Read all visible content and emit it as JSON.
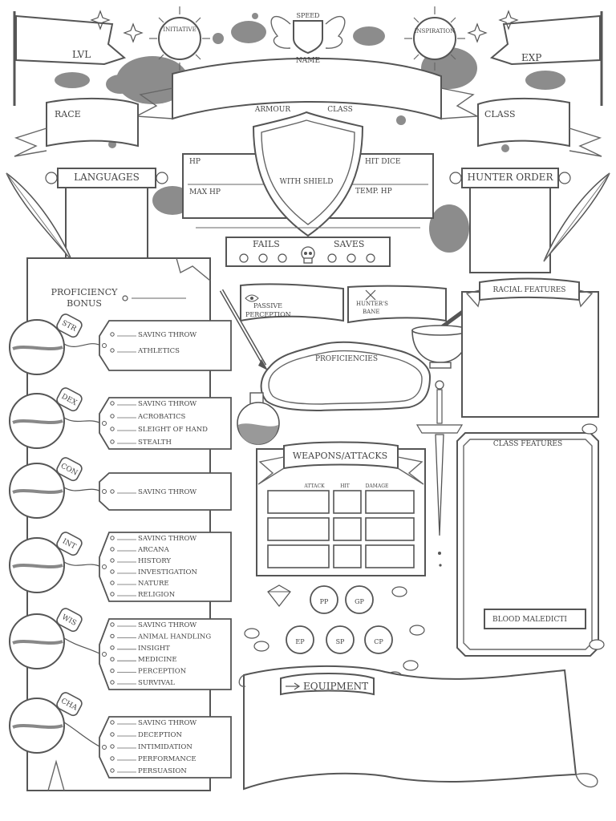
{
  "header": {
    "lvl": "LVL",
    "exp": "EXP",
    "initiative": "INITIATIVE",
    "speed": "SPEED",
    "inspiration": "INSPIRATION",
    "name": "NAME",
    "race": "RACE",
    "class": "CLASS",
    "armour": "ARMOUR",
    "armour_class": "CLASS",
    "with_shield": "WITH SHIELD"
  },
  "vitals": {
    "hp": "HP",
    "max_hp": "MAX HP",
    "hit_dice": "HIT DICE",
    "temp_hp": "TEMP. HP"
  },
  "death_saves": {
    "fails": "FAILS",
    "saves": "SAVES"
  },
  "languages": "LANGUAGES",
  "hunter_order": "HUNTER ORDER",
  "proficiency_bonus": [
    "PROFICIENCY",
    "BONUS"
  ],
  "passive_perception": [
    "PASSIVE",
    "PERCEPTION"
  ],
  "hunters_bane": [
    "HUNTER'S",
    "BANE"
  ],
  "proficiencies": "PROFICIENCIES",
  "racial_features": "RACIAL FEATURES",
  "class_features": "CLASS FEATURES",
  "blood_maledicti": "BLOOD MALEDICTI",
  "equipment": "EQUIPMENT",
  "weapons": {
    "title": "WEAPONS/ATTACKS",
    "headers": [
      "ATTACK",
      "HIT",
      "DAMAGE"
    ]
  },
  "coins": [
    "PP",
    "GP",
    "EP",
    "SP",
    "CP"
  ],
  "abilities": [
    {
      "abbr": "STR",
      "skills": [
        "SAVING THROW",
        "ATHLETICS"
      ]
    },
    {
      "abbr": "DEX",
      "skills": [
        "SAVING THROW",
        "ACROBATICS",
        "SLEIGHT OF HAND",
        "STEALTH"
      ]
    },
    {
      "abbr": "CON",
      "skills": [
        "SAVING THROW"
      ]
    },
    {
      "abbr": "INT",
      "skills": [
        "SAVING THROW",
        "ARCANA",
        "HISTORY",
        "INVESTIGATION",
        "NATURE",
        "RELIGION"
      ]
    },
    {
      "abbr": "WIS",
      "skills": [
        "SAVING THROW",
        "ANIMAL HANDLING",
        "INSIGHT",
        "MEDICINE",
        "PERCEPTION",
        "SURVIVAL"
      ]
    },
    {
      "abbr": "CHA",
      "skills": [
        "SAVING THROW",
        "DECEPTION",
        "INTIMIDATION",
        "PERFORMANCE",
        "PERSUASION"
      ]
    }
  ]
}
